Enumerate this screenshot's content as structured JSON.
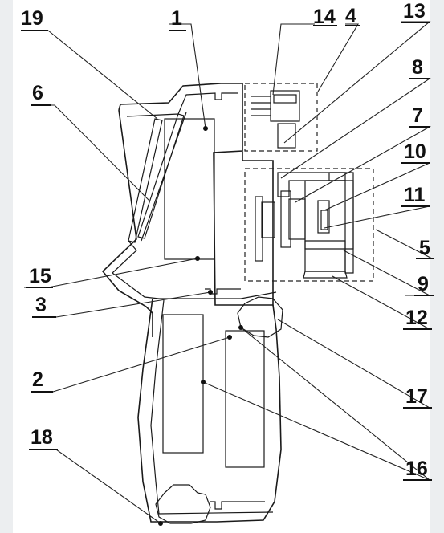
{
  "labels": {
    "l1": "1",
    "l2": "2",
    "l3": "3",
    "l4": "4",
    "l5": "5",
    "l6": "6",
    "l7": "7",
    "l8": "8",
    "l9": "9",
    "l10": "10",
    "l11": "11",
    "l12": "12",
    "l13": "13",
    "l14": "14",
    "l15": "15",
    "l16": "16",
    "l17": "17",
    "l18": "18",
    "l19": "19"
  },
  "colors": {
    "ink": "#111111",
    "paper": "#ffffff",
    "background": "#eceef0"
  }
}
